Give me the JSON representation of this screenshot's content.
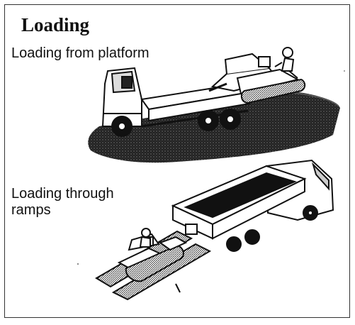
{
  "title": "Loading",
  "sections": [
    {
      "caption": "Loading from platform"
    },
    {
      "caption": "Loading through\nramps"
    }
  ]
}
